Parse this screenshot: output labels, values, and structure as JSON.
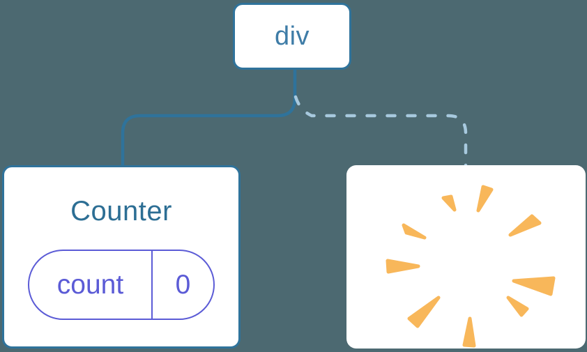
{
  "diagram": {
    "description": "component tree",
    "root": {
      "label": "div"
    },
    "children": [
      {
        "title": "Counter",
        "edge_style": "solid",
        "state": {
          "key": "count",
          "value": "0"
        }
      },
      {
        "title": "",
        "edge_style": "dashed",
        "icon": "poof-icon"
      }
    ]
  },
  "colors": {
    "background": "#4C6971",
    "edge_solid": "#2F739B",
    "edge_dashed": "#A7C9DE",
    "node_border": "#2F739B",
    "node_text": "#3E7CA7",
    "card_border": "#2F739B",
    "card_title": "#2C6E94",
    "state_pill": "#5B5BD6",
    "poof": "#F8B75A",
    "card_background": "#FFFFFF"
  }
}
